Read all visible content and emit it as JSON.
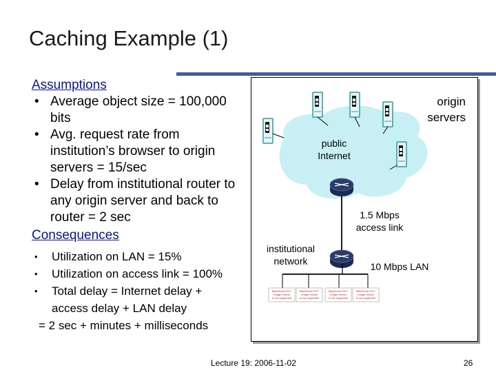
{
  "slide": {
    "title": "Caching Example (1)",
    "assumptions_header": "Assumptions",
    "assumptions": [
      [
        "Average object size = 100,000",
        "bits"
      ],
      [
        "Avg. request rate from",
        "institution’s browser to origin",
        "servers = 15/sec"
      ],
      [
        "Delay from institutional router to",
        "any origin server and back to",
        "router  = 2 sec"
      ]
    ],
    "consequences_header": "Consequences",
    "consequences": [
      [
        "Utilization on LAN = 15%"
      ],
      [
        "Utilization on access link = 100%"
      ],
      [
        "Total delay   = Internet delay +",
        "access delay + LAN delay"
      ]
    ],
    "total_line": "=  2 sec + minutes + milliseconds",
    "bullet": "•",
    "footer_left": "Lecture 19: 2006-11-02",
    "page_number": "26"
  },
  "diagram": {
    "origin_servers": [
      "origin",
      "servers"
    ],
    "public_internet": [
      "public",
      "Internet"
    ],
    "access_link": [
      "1.5 Mbps",
      "access link"
    ],
    "institutional_network": [
      "institutional",
      "network"
    ],
    "lan": "10 Mbps LAN",
    "host_label": [
      "Macintosh PICT",
      "image format",
      "is not supported"
    ],
    "colors": {
      "cloud": "#c8f0f4",
      "router": "#1a2a52",
      "server_border": "#2a9a9a",
      "title_rule": "#4a5a9a",
      "header_text": "#0a1680"
    }
  }
}
